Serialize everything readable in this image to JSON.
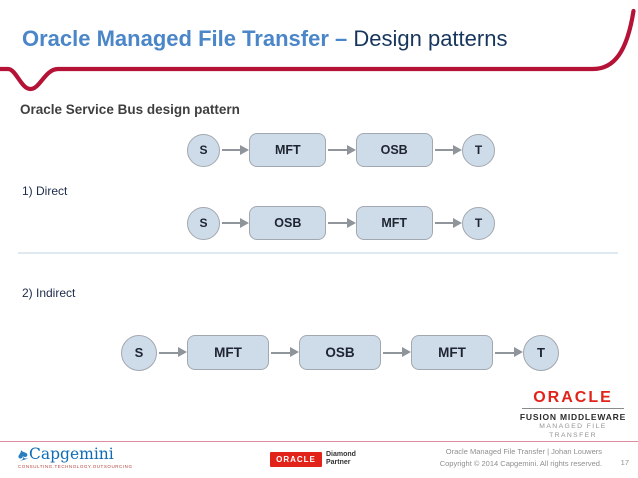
{
  "header": {
    "title_main": "Oracle Managed File Transfer –",
    "title_rest": " Design patterns"
  },
  "diagram": {
    "heading": "Oracle Service Bus design pattern",
    "section_labels": [
      "1) Direct",
      "2) Indirect"
    ],
    "flows": [
      {
        "section": "direct",
        "nodes": [
          "S",
          "MFT",
          "OSB",
          "T"
        ]
      },
      {
        "section": "direct",
        "nodes": [
          "S",
          "OSB",
          "MFT",
          "T"
        ]
      },
      {
        "section": "indirect",
        "nodes": [
          "S",
          "MFT",
          "OSB",
          "MFT",
          "T"
        ]
      }
    ]
  },
  "branding": {
    "fusion_logo": {
      "brand": "ORACLE",
      "line1": "FUSION MIDDLEWARE",
      "line2": "MANAGED FILE TRANSFER"
    },
    "capgemini": {
      "name": "Capgemini",
      "spade_glyph": "♠",
      "tagline": "CONSULTING.TECHNOLOGY.OUTSOURCING"
    },
    "partner": {
      "brand": "ORACLE",
      "level_line1": "Diamond",
      "level_line2": "Partner"
    }
  },
  "footer": {
    "line1": "Oracle Managed File Transfer  |  Johan Louwers",
    "line2": "Copyright © 2014 Capgemini. All rights reserved.",
    "page": "17"
  },
  "colors": {
    "title_blue": "#4b86c8",
    "title_navy": "#17365d",
    "accent_red": "#b51237",
    "node_fill": "#cedcea",
    "node_border": "#a2a8af",
    "arrow_gray": "#8f959b",
    "divider": "#e0e9ef",
    "oracle_red": "#e2231a",
    "capgemini_blue": "#0f6cb5",
    "footer_pink": "#de8ca0"
  }
}
